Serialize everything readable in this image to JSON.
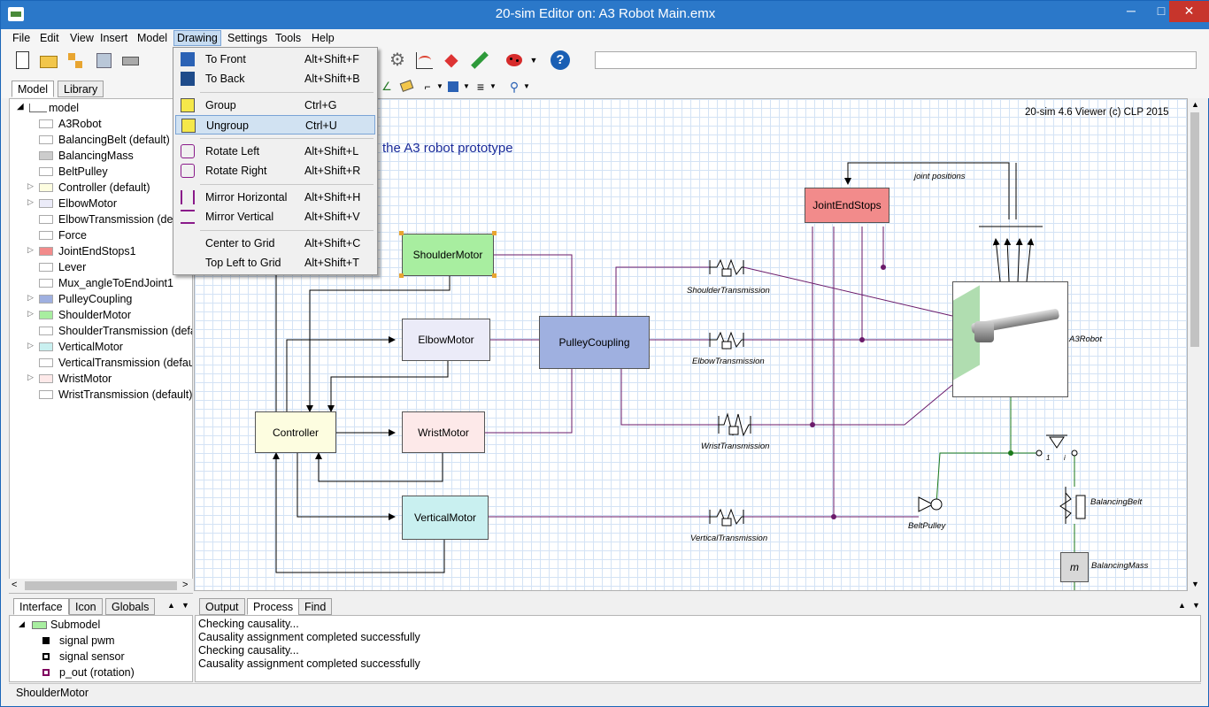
{
  "window": {
    "title": "20-sim Editor on: A3 Robot Main.emx",
    "minimize": "─",
    "maximize": "□",
    "close": "✕"
  },
  "menubar": [
    {
      "label": "File"
    },
    {
      "label": "Edit"
    },
    {
      "label": "View"
    },
    {
      "label": "Insert"
    },
    {
      "label": "Model"
    },
    {
      "label": "Drawing"
    },
    {
      "label": "Settings"
    },
    {
      "label": "Tools"
    },
    {
      "label": "Help"
    }
  ],
  "drawing_menu": [
    {
      "label": "To Front",
      "shortcut": "Alt+Shift+F",
      "icon": "to-front-icon"
    },
    {
      "label": "To Back",
      "shortcut": "Alt+Shift+B",
      "icon": "to-back-icon"
    },
    {
      "label": "Group",
      "shortcut": "Ctrl+G",
      "icon": "group-icon"
    },
    {
      "label": "Ungroup",
      "shortcut": "Ctrl+U",
      "icon": "ungroup-icon"
    },
    {
      "label": "Rotate Left",
      "shortcut": "Alt+Shift+L",
      "icon": "rotate-left-icon"
    },
    {
      "label": "Rotate Right",
      "shortcut": "Alt+Shift+R",
      "icon": "rotate-right-icon"
    },
    {
      "label": "Mirror Horizontal",
      "shortcut": "Alt+Shift+H",
      "icon": "mirror-horizontal-icon"
    },
    {
      "label": "Mirror Vertical",
      "shortcut": "Alt+Shift+V",
      "icon": "mirror-vertical-icon"
    },
    {
      "label": "Center to Grid",
      "shortcut": "Alt+Shift+C",
      "icon": "center-grid-icon"
    },
    {
      "label": "Top Left to Grid",
      "shortcut": "Alt+Shift+T",
      "icon": "topleft-grid-icon"
    }
  ],
  "left_tabs": {
    "model": "Model",
    "library": "Library"
  },
  "tree": {
    "root": "model",
    "items": [
      {
        "label": "A3Robot",
        "expander": ""
      },
      {
        "label": "BalancingBelt (default)",
        "expander": ""
      },
      {
        "label": "BalancingMass",
        "expander": ""
      },
      {
        "label": "BeltPulley",
        "expander": ""
      },
      {
        "label": "Controller (default)",
        "expander": "▷"
      },
      {
        "label": "ElbowMotor",
        "expander": "▷"
      },
      {
        "label": "ElbowTransmission (default)",
        "expander": ""
      },
      {
        "label": "Force",
        "expander": ""
      },
      {
        "label": "JointEndStops1",
        "expander": "▷"
      },
      {
        "label": "Lever",
        "expander": ""
      },
      {
        "label": "Mux_angleToEndJoint1",
        "expander": ""
      },
      {
        "label": "PulleyCoupling",
        "expander": "▷"
      },
      {
        "label": "ShoulderMotor",
        "expander": "▷"
      },
      {
        "label": "ShoulderTransmission (default)",
        "expander": ""
      },
      {
        "label": "VerticalMotor",
        "expander": "▷"
      },
      {
        "label": "VerticalTransmission (default)",
        "expander": ""
      },
      {
        "label": "WristMotor",
        "expander": "▷"
      },
      {
        "label": "WristTransmission (default)",
        "expander": ""
      }
    ]
  },
  "iface_tabs": {
    "interface": "Interface",
    "icon": "Icon",
    "globals": "Globals"
  },
  "iface": {
    "root": "Submodel",
    "items": [
      {
        "label": "signal pwm"
      },
      {
        "label": "signal sensor"
      },
      {
        "label": "p_out  (rotation)"
      }
    ]
  },
  "bottom_tabs": {
    "output": "Output",
    "process": "Process",
    "find": "Find"
  },
  "output_lines": [
    "Checking causality...",
    "Causality assignment completed successfully",
    "Checking causality...",
    "Causality assignment completed successfully"
  ],
  "status": {
    "text": "ShoulderMotor"
  },
  "canvas": {
    "viewer_note": "20-sim 4.6 Viewer (c) CLP 2015",
    "heading": "the A3 robot prototype",
    "blocks": {
      "shoulder": "ShoulderMotor",
      "elbow": "ElbowMotor",
      "wrist": "WristMotor",
      "vertical": "VerticalMotor",
      "controller": "Controller",
      "pulley": "PulleyCoupling",
      "endstops": "JointEndStops",
      "mass": "m"
    },
    "labels": {
      "joint_positions": "joint positions",
      "shoulder_tr": "ShoulderTransmission",
      "elbow_tr": "ElbowTransmission",
      "wrist_tr": "WristTransmission",
      "vertical_tr": "VerticalTransmission",
      "robot": "A3Robot",
      "belt_pulley": "BeltPulley",
      "balancing_belt": "BalancingBelt",
      "balancing_mass": "BalancingMass",
      "port_1": "1",
      "port_i": "i"
    }
  },
  "colors": {
    "shoulder": "#a8eea0",
    "elbow": "#ebebf8",
    "wrist": "#fde9e9",
    "vertical": "#c9f0f0",
    "controller": "#fdfde0",
    "pulley": "#9fb0e0",
    "endstops": "#f28b8b",
    "mass": "#d8d8d8"
  }
}
